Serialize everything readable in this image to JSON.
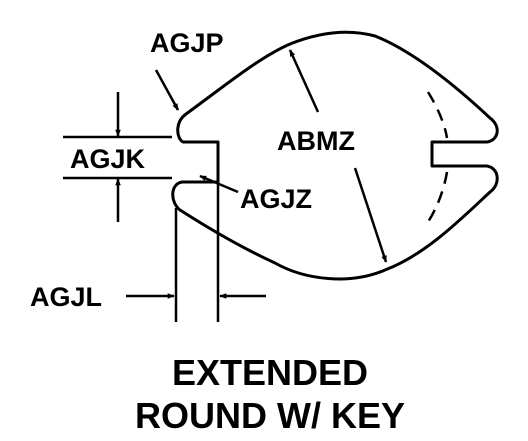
{
  "diagram": {
    "labels": {
      "agjp": "AGJP",
      "abmz": "ABMZ",
      "agjk": "AGJK",
      "agjz": "AGJZ",
      "agjl": "AGJL"
    },
    "caption": {
      "line1": "EXTENDED",
      "line2": "ROUND W/ KEY"
    },
    "colors": {
      "ink": "#000000",
      "background": "#ffffff"
    }
  }
}
